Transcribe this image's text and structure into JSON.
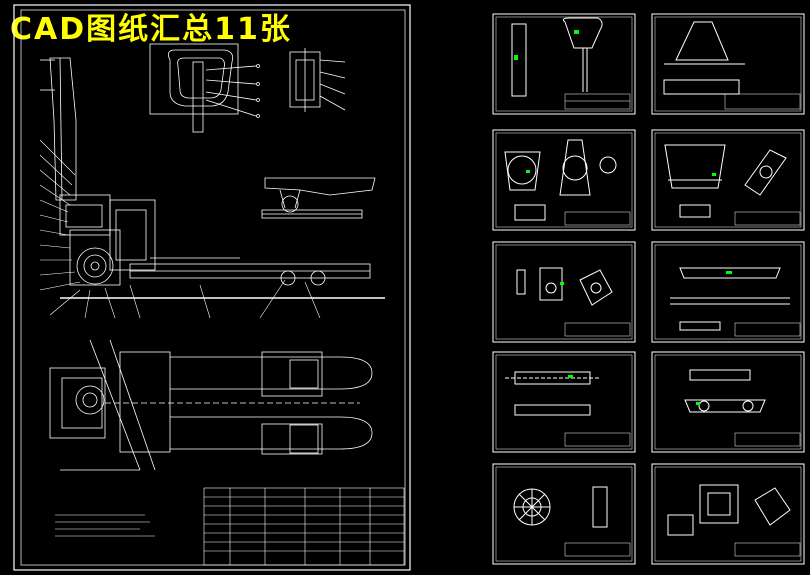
{
  "banner": {
    "title": "CAD图纸汇总11张",
    "color": "#ffff00"
  },
  "drawing": {
    "background": "#000000",
    "line_color": "#ffffff",
    "accent_green": "#00ff00"
  },
  "sheets": {
    "main_assembly": {
      "name": "main-assembly-sheet"
    },
    "thumbnails": [
      {
        "name": "sheet-1"
      },
      {
        "name": "sheet-2"
      },
      {
        "name": "sheet-3"
      },
      {
        "name": "sheet-4"
      },
      {
        "name": "sheet-5"
      },
      {
        "name": "sheet-6"
      },
      {
        "name": "sheet-7"
      },
      {
        "name": "sheet-8"
      },
      {
        "name": "sheet-9"
      },
      {
        "name": "sheet-10"
      }
    ]
  }
}
